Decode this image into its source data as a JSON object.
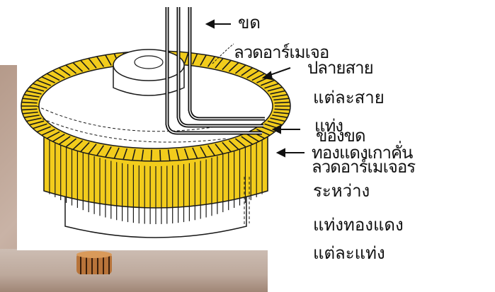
{
  "labels": {
    "coil": "ขด",
    "armature_wire": "ลวดอาร์เมเจอ",
    "wire_end_1": "ปลายสาย",
    "wire_end_2": "แต่ละสาย",
    "bar_overlap": "แท่ง",
    "coil_group": "ของขด",
    "copper_insulator": "ทองแดงเกาคั่น",
    "armature_wire_2": "ลวดอาร์เมเจอร",
    "between": "ระหว่าง",
    "copper_bars": "แท่งทองแดง",
    "each_bar": "แต่ละแท่ง"
  },
  "colors": {
    "commutator_yellow": "#f2cc1c",
    "segment_line": "#1a1a1a",
    "wire_black": "#111111"
  }
}
